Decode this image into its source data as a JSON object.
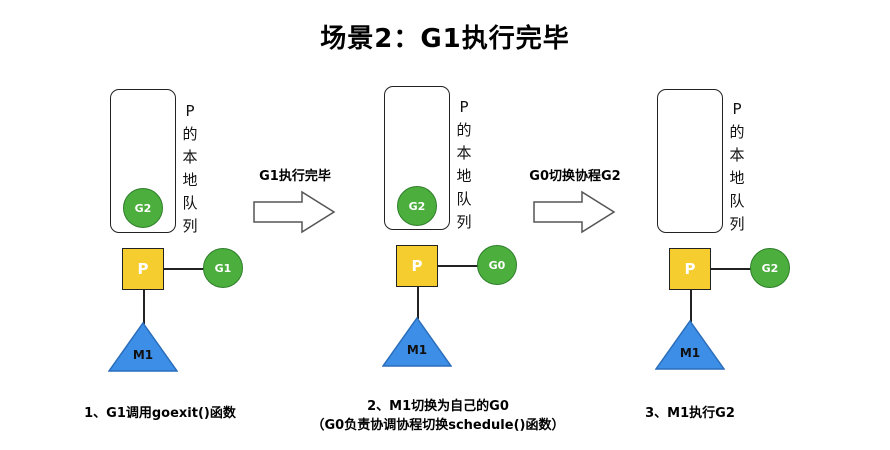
{
  "title": "场景2：G1执行完毕",
  "queue_label": "P的本地队列",
  "scenes": [
    {
      "queue_items": [
        "G2"
      ],
      "p_label": "P",
      "attached_g": "G1",
      "m_label": "M1",
      "caption_lines": [
        "1、G1调用goexit()函数"
      ]
    },
    {
      "queue_items": [
        "G2"
      ],
      "p_label": "P",
      "attached_g": "G0",
      "m_label": "M1",
      "caption_lines": [
        "2、M1切换为自己的G0",
        "（G0负责协调协程切换schedule()函数）"
      ]
    },
    {
      "queue_items": [],
      "p_label": "P",
      "attached_g": "G2",
      "m_label": "M1",
      "caption_lines": [
        "3、M1执行G2"
      ]
    }
  ],
  "arrows": [
    {
      "label": "G1执行完毕"
    },
    {
      "label": "G0切换协程G2"
    }
  ],
  "colors": {
    "goroutine": "#4caf3d",
    "processor": "#f5cd2e",
    "machine": "#3d8ee6"
  }
}
